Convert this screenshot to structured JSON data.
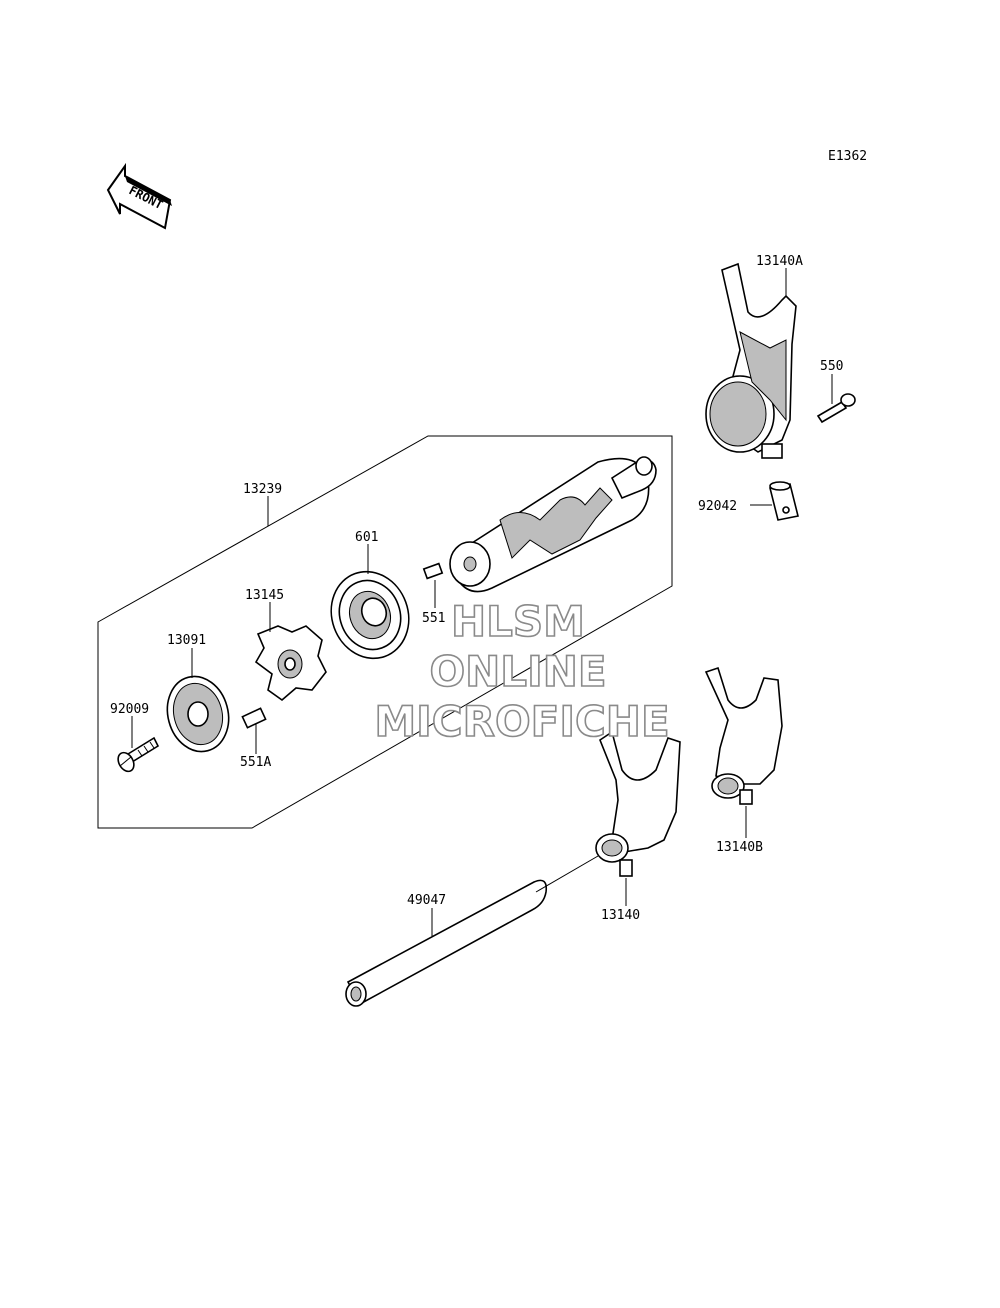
{
  "diagram_code": "E1362",
  "front_label": "FRONT",
  "watermark": {
    "line1": "HLSM",
    "line2": "ONLINE",
    "line3": "MICROFICHE"
  },
  "parts": {
    "p13239": "13239",
    "p601": "601",
    "p551": "551",
    "p13145": "13145",
    "p13091": "13091",
    "p92009": "92009",
    "p551A": "551A",
    "p13140A": "13140A",
    "p550": "550",
    "p92042": "92042",
    "p13140B": "13140B",
    "p13140": "13140",
    "p49047": "49047"
  }
}
